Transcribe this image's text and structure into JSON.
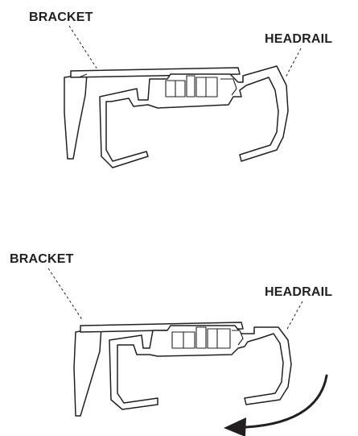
{
  "figures": [
    {
      "bracket_label": "BRACKET",
      "headrail_label": "HEADRAIL"
    },
    {
      "bracket_label": "BRACKET",
      "headrail_label": "HEADRAIL",
      "rotation_arrow": "curved-arrow-icon"
    }
  ],
  "colors": {
    "line": "#231f20",
    "background": "#ffffff"
  }
}
